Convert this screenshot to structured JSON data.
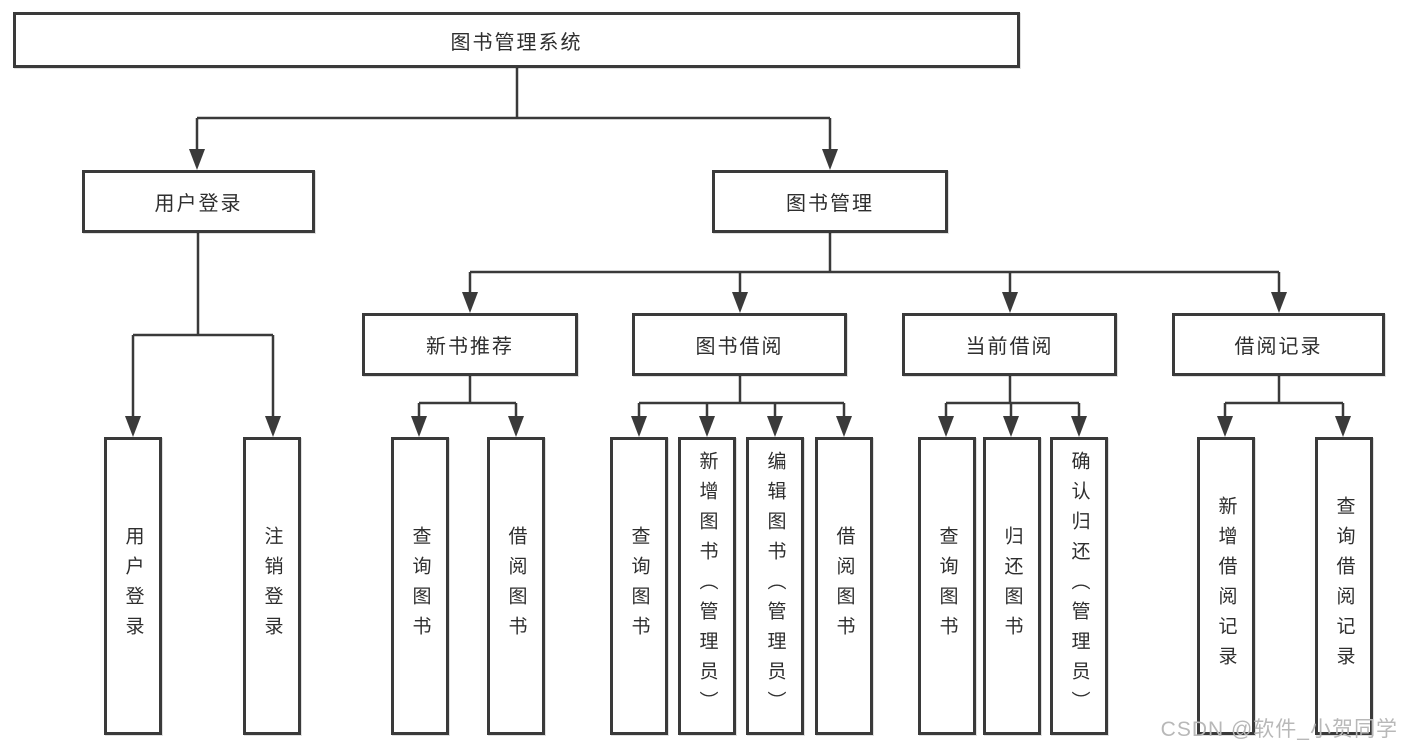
{
  "diagram": {
    "root": {
      "label": "图书管理系统"
    },
    "level2": [
      {
        "id": "user-login",
        "label": "用户登录"
      },
      {
        "id": "book-management",
        "label": "图书管理"
      }
    ],
    "level3": [
      {
        "id": "new-book-recommend",
        "label": "新书推荐"
      },
      {
        "id": "book-borrow",
        "label": "图书借阅"
      },
      {
        "id": "current-borrow",
        "label": "当前借阅"
      },
      {
        "id": "borrow-records",
        "label": "借阅记录"
      }
    ],
    "leaves": [
      {
        "parent": "user-login",
        "label": "用户登录"
      },
      {
        "parent": "user-login",
        "label": "注销登录"
      },
      {
        "parent": "new-book-recommend",
        "label": "查询图书"
      },
      {
        "parent": "new-book-recommend",
        "label": "借阅图书"
      },
      {
        "parent": "book-borrow",
        "label": "查询图书"
      },
      {
        "parent": "book-borrow",
        "label": "新增图书（管理员）"
      },
      {
        "parent": "book-borrow",
        "label": "编辑图书（管理员）"
      },
      {
        "parent": "book-borrow",
        "label": "借阅图书"
      },
      {
        "parent": "current-borrow",
        "label": "查询图书"
      },
      {
        "parent": "current-borrow",
        "label": "归还图书"
      },
      {
        "parent": "current-borrow",
        "label": "确认归还（管理员）"
      },
      {
        "parent": "borrow-records",
        "label": "新增借阅记录"
      },
      {
        "parent": "borrow-records",
        "label": "查询借阅记录"
      }
    ]
  },
  "watermark": {
    "text": "CSDN @软件_小贺同学"
  },
  "colors": {
    "line": "#3a3a3a",
    "text": "#2e2e2e",
    "watermark": "#b8b8b8",
    "background": "#ffffff"
  }
}
